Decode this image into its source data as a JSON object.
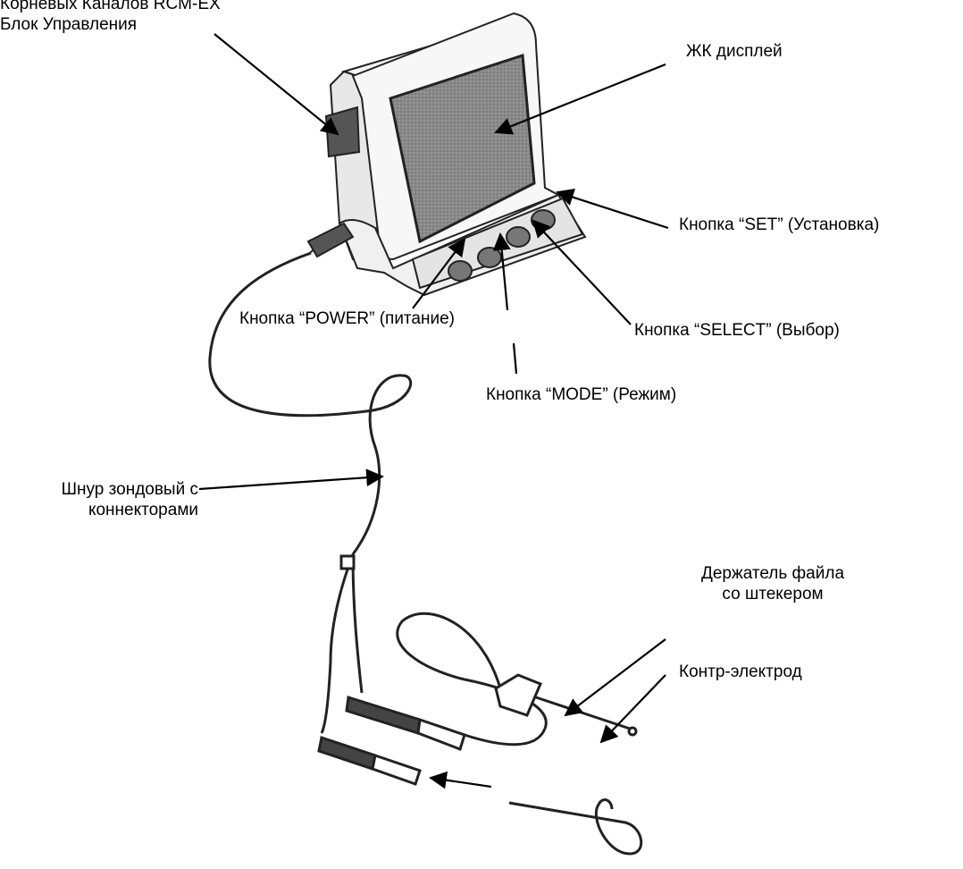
{
  "labels": {
    "control_unit": {
      "line1": "Корневых Каналов RCM-EX",
      "line2": "Блок Управления"
    },
    "lcd": "ЖК дисплей",
    "set_button": "Кнопка “SET” (Установка)",
    "power_button": "Кнопка “POWER” (питание)",
    "select_button": "Кнопка “SELECT” (Выбор)",
    "mode_button": "Кнопка “MODE” (Режим)",
    "probe_cord": {
      "line1": "Шнур зондовый с",
      "line2": "коннекторами"
    },
    "file_holder": {
      "line1": "Держатель файла",
      "line2": "со штекером"
    },
    "counter_electrode": "Контр-электрод"
  }
}
